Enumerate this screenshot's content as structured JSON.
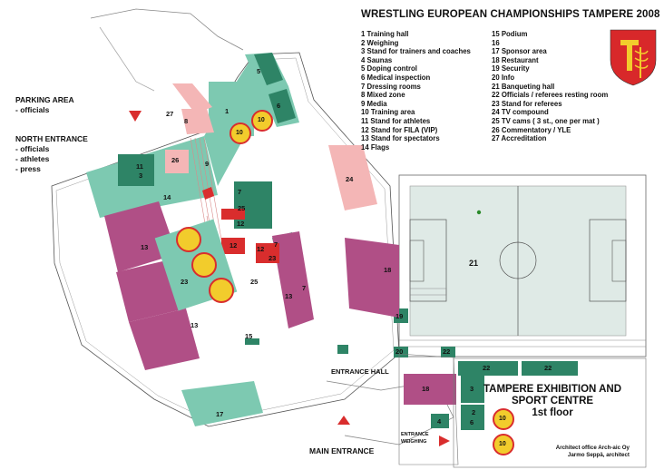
{
  "title": "WRESTLING EUROPEAN CHAMPIONSHIPS TAMPERE 2008",
  "legend_left": [
    "1   Training hall",
    "2   Weighing",
    "3   Stand for trainers and coaches",
    "4   Saunas",
    "5   Doping control",
    "6   Medical inspection",
    "7   Dressing rooms",
    "8   Mixed zone",
    "9   Media",
    "10 Training area",
    "11 Stand for athletes",
    "12 Stand for FILA (VIP)",
    "13 Stand for spectators",
    "14 Flags"
  ],
  "legend_right": [
    "15 Podium",
    "16",
    "17 Sponsor area",
    "18 Restaurant",
    "19 Security",
    "20 Info",
    "21 Banqueting hall",
    "22 Officials / referees resting room",
    "23 Stand for referees",
    "24 TV compound",
    "25 TV cams ( 3 st., one per mat )",
    "26 Commentatory / YLE",
    "27 Accreditation"
  ],
  "parking": {
    "title": "PARKING AREA",
    "line": "- officials"
  },
  "north": {
    "title": "NORTH ENTRANCE",
    "lines": [
      "- officials",
      "- athletes",
      "- press"
    ]
  },
  "labels": {
    "entrance_hall": "ENTRANCE HALL",
    "main_entrance": "MAIN ENTRANCE",
    "entrance_weighing_1": "ENTRANCE",
    "entrance_weighing_2": "WEIGHING"
  },
  "venue": {
    "line1": "TAMPERE EXHIBITION AND",
    "line2": "SPORT CENTRE",
    "line3": "1st floor"
  },
  "architect": {
    "line1": "Architect office Arch-aic Oy",
    "line2": "Jarmo Seppä, architect"
  },
  "map_numbers": {
    "n1": "1",
    "n2": "2",
    "n3": "3",
    "n3b": "3",
    "n4": "4",
    "n5": "5",
    "n6": "6",
    "n6b": "6",
    "n7a": "7",
    "n7b": "7",
    "n7c": "7",
    "n8": "8",
    "n9": "9",
    "n10a": "10",
    "n10b": "10",
    "n10c": "10",
    "n10d": "10",
    "n11": "11",
    "n12a": "12",
    "n12b": "12",
    "n12c": "12",
    "n13a": "13",
    "n13b": "13",
    "n13c": "13",
    "n14": "14",
    "n15": "15",
    "n17": "17",
    "n18a": "18",
    "n18b": "18",
    "n19": "19",
    "n20": "20",
    "n21": "21",
    "n22a": "22",
    "n22b": "22",
    "n22c": "22",
    "n23a": "23",
    "n23b": "23",
    "n24": "24",
    "n25a": "25",
    "n25b": "25",
    "n26": "26",
    "n27": "27"
  },
  "colors": {
    "green": "#7dc9b1",
    "dark_green": "#2e8466",
    "magenta": "#b04f86",
    "pink": "#f4b6b6",
    "red": "#d92d2d",
    "field": "#dfeae6",
    "crest_red": "#d8282a",
    "crest_gold": "#f2cc2c"
  }
}
